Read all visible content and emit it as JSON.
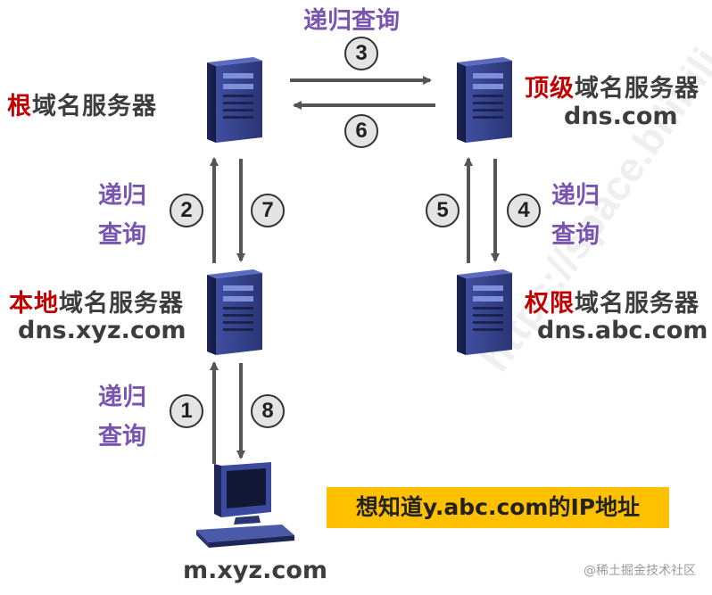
{
  "servers": {
    "root": {
      "highlight": "根",
      "label": "域名服务器"
    },
    "tld": {
      "highlight": "顶级",
      "label": "域名服务器",
      "address": "dns.com"
    },
    "local": {
      "highlight": "本地",
      "label": "域名服务器",
      "address": "dns.xyz.com"
    },
    "auth": {
      "highlight": "权限",
      "label": "域名服务器",
      "address": "dns.abc.com"
    }
  },
  "client": {
    "address": "m.xyz.com"
  },
  "query_label": "递归查询",
  "query_line1": "递归",
  "query_line2": "查询",
  "steps": [
    "1",
    "2",
    "3",
    "4",
    "5",
    "6",
    "7",
    "8"
  ],
  "question": "想知道y.abc.com的IP地址",
  "watermark": "https://space.bilibili.com 湖科大",
  "credit": "@稀土掘金技术社区",
  "colors": {
    "highlight": "#c00000",
    "query": "#7a55b0",
    "arrow": "#555555",
    "question_bg": "#ffc000"
  }
}
